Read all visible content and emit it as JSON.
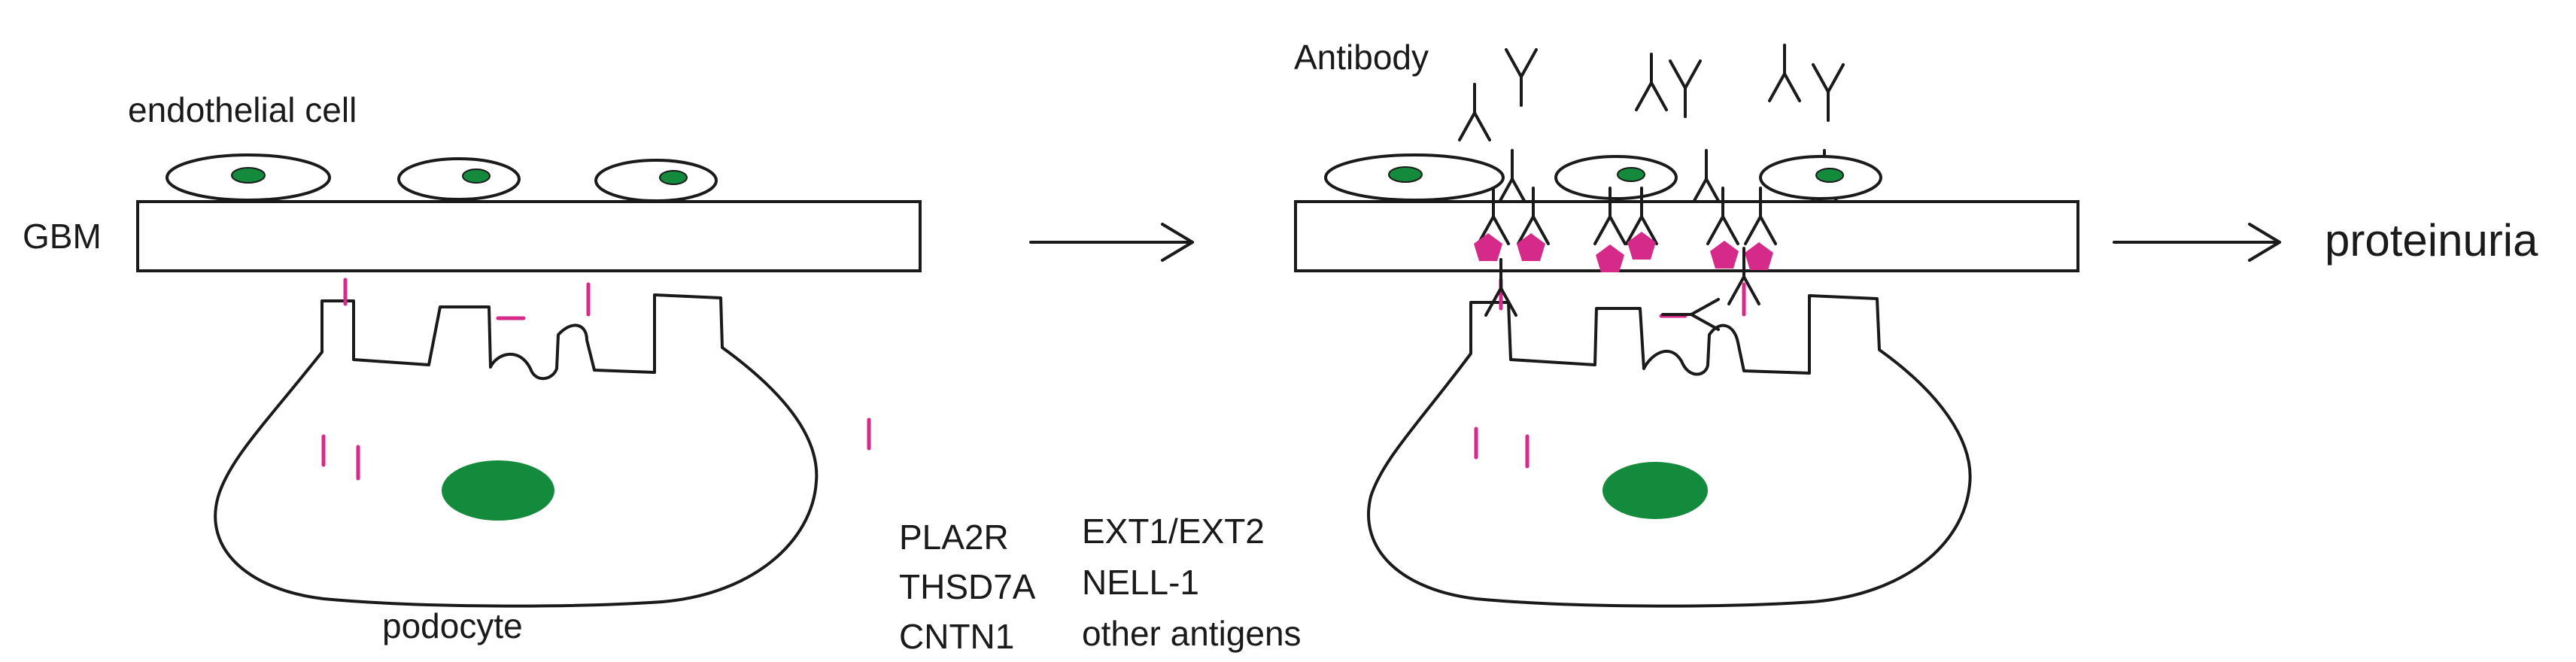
{
  "labels": {
    "endothelial_cell": "endothelial cell",
    "gbm": "GBM",
    "podocyte": "podocyte",
    "antibody": "Antibody",
    "proteinuria": "proteinuria"
  },
  "antigens_col1": [
    "PLA2R",
    "THSD7A",
    "CNTN1"
  ],
  "antigens_col2": [
    "EXT1/EXT2",
    "NELL-1",
    "other antigens"
  ],
  "colors": {
    "nucleus": "#138a3c",
    "antigen": "#d62a8a",
    "outline": "#1a1a1a"
  },
  "icons": [
    "antibody-icon",
    "antigen-marker-icon",
    "arrow-right-icon"
  ]
}
